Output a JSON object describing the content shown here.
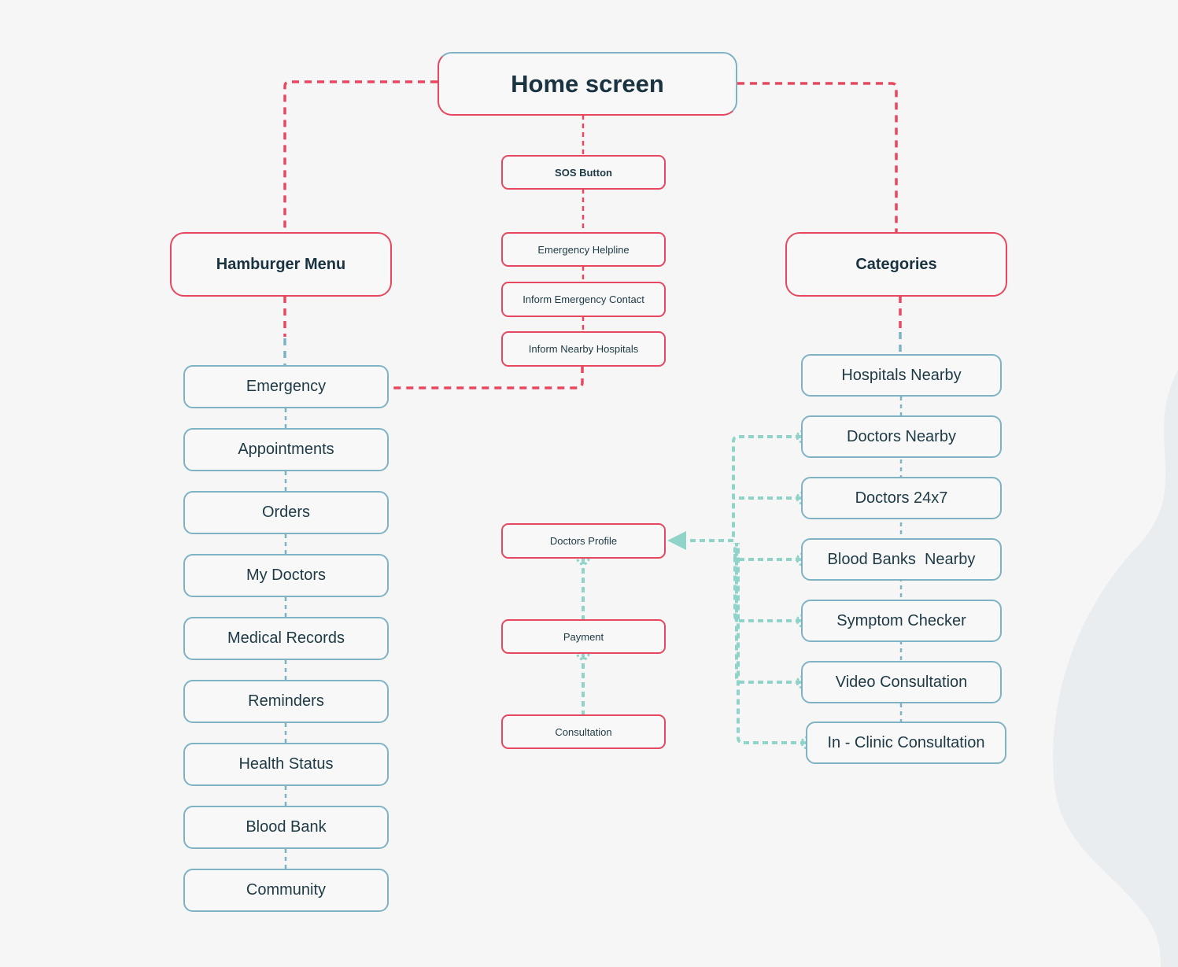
{
  "home": "Home screen",
  "sos": {
    "button": "SOS Button",
    "items": [
      "Emergency Helpline",
      "Inform Emergency Contact",
      "Inform Nearby Hospitals"
    ]
  },
  "hamburger": {
    "title": "Hamburger Menu",
    "items": [
      "Emergency",
      "Appointments",
      "Orders",
      "My Doctors",
      "Medical Records",
      "Reminders",
      "Health Status",
      "Blood Bank",
      "Community"
    ]
  },
  "categories": {
    "title": "Categories",
    "items": [
      "Hospitals Nearby",
      "Doctors Nearby",
      "Doctors 24x7",
      "Blood Banks  Nearby",
      "Symptom Checker",
      "Video Consultation",
      "In - Clinic Consultation"
    ]
  },
  "doctor_flow": [
    "Doctors Profile",
    "Payment",
    "Consultation"
  ],
  "colors": {
    "red": "#e8485f",
    "teal": "#7fb3c3",
    "mint": "#8fd3c9",
    "background": "#f6f6f6"
  }
}
